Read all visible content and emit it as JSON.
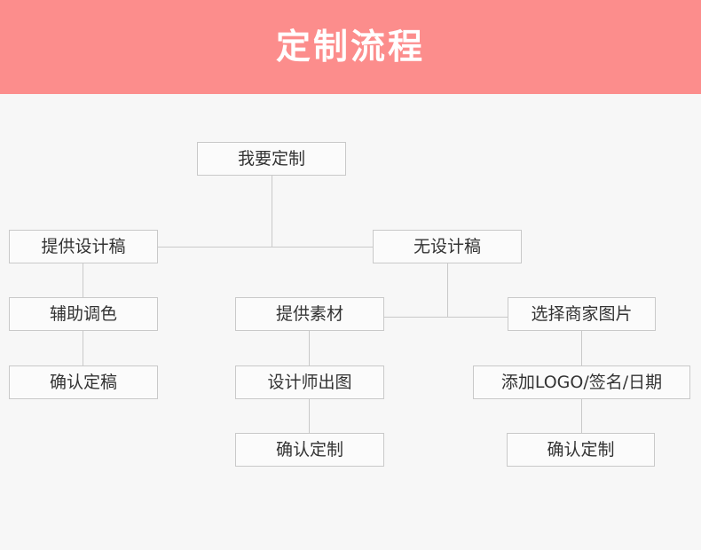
{
  "header": {
    "title": "定制流程",
    "background_color": "#fc8d8c",
    "text_color": "#ffffff"
  },
  "canvas": {
    "background_color": "#f7f7f7",
    "node_border_color": "#c9c9c9",
    "node_fill_color": "#fbfbfb",
    "node_text_color": "#333333",
    "edge_color": "#c9c9c9"
  },
  "flowchart": {
    "type": "flowchart",
    "nodes": [
      {
        "id": "start",
        "label": "我要定制"
      },
      {
        "id": "provide-design",
        "label": "提供设计稿"
      },
      {
        "id": "no-design",
        "label": "无设计稿"
      },
      {
        "id": "assist-color",
        "label": "辅助调色"
      },
      {
        "id": "provide-material",
        "label": "提供素材"
      },
      {
        "id": "choose-shop-image",
        "label": "选择商家图片"
      },
      {
        "id": "confirm-final",
        "label": "确认定稿"
      },
      {
        "id": "designer-output",
        "label": "设计师出图"
      },
      {
        "id": "add-logo",
        "label": "添加LOGO/签名/日期"
      },
      {
        "id": "confirm-custom-1",
        "label": "确认定制"
      },
      {
        "id": "confirm-custom-2",
        "label": "确认定制"
      }
    ],
    "edges": [
      {
        "from": "start",
        "to": "provide-design"
      },
      {
        "from": "start",
        "to": "no-design"
      },
      {
        "from": "provide-design",
        "to": "assist-color"
      },
      {
        "from": "assist-color",
        "to": "confirm-final"
      },
      {
        "from": "no-design",
        "to": "provide-material"
      },
      {
        "from": "no-design",
        "to": "choose-shop-image"
      },
      {
        "from": "provide-material",
        "to": "designer-output"
      },
      {
        "from": "designer-output",
        "to": "confirm-custom-1"
      },
      {
        "from": "choose-shop-image",
        "to": "add-logo"
      },
      {
        "from": "add-logo",
        "to": "confirm-custom-2"
      }
    ]
  }
}
